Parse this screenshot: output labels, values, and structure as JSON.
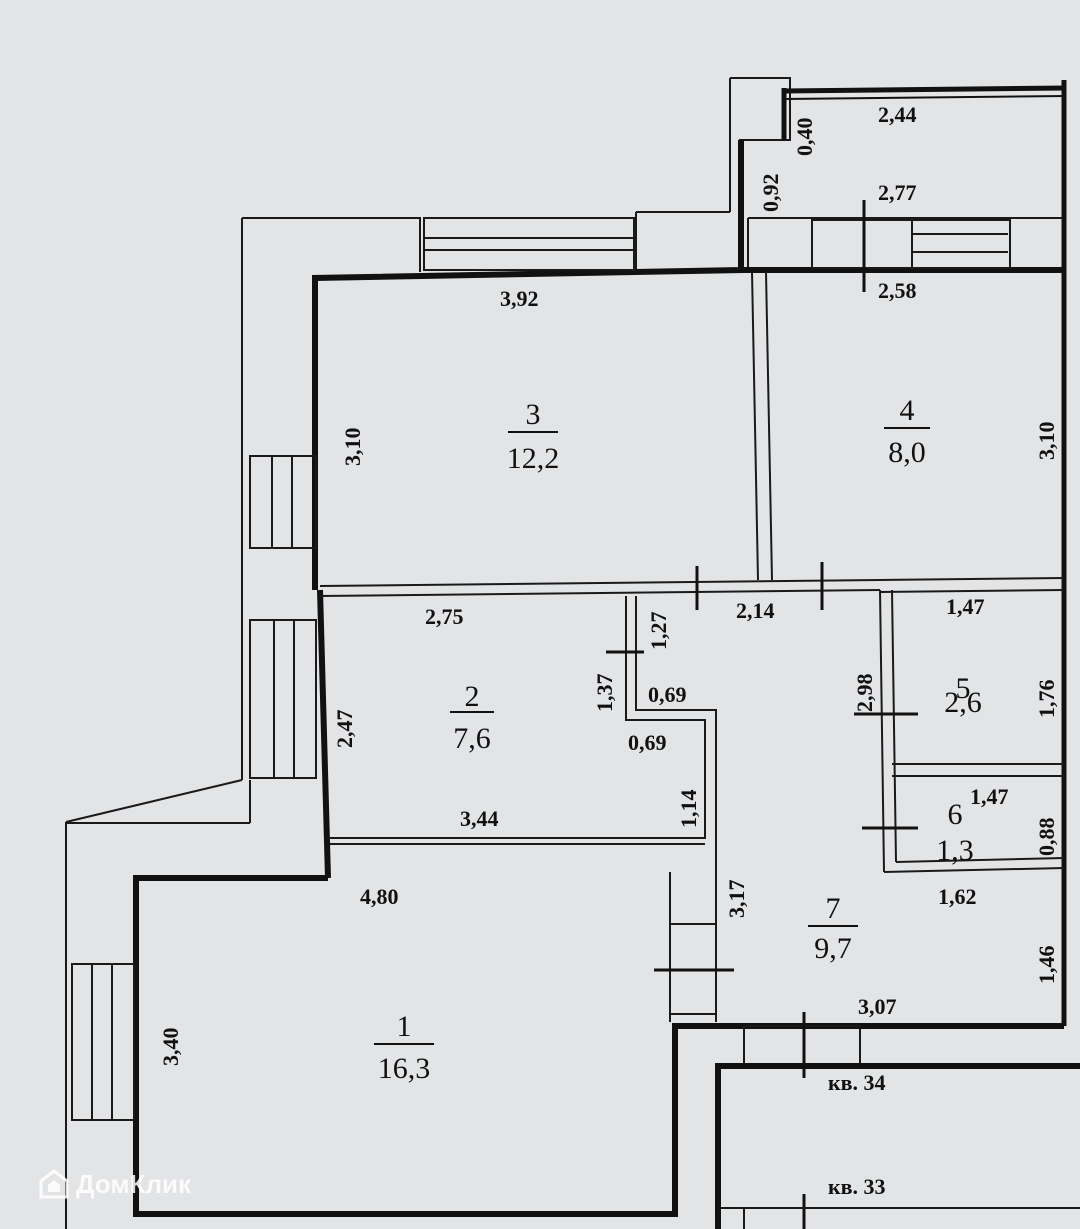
{
  "rooms": [
    {
      "number": "1",
      "area": "16,3"
    },
    {
      "number": "2",
      "area": "7,6"
    },
    {
      "number": "3",
      "area": "12,2"
    },
    {
      "number": "4",
      "area": "8,0"
    },
    {
      "number": "5",
      "area": "2,6"
    },
    {
      "number": "6",
      "area": "1,3"
    },
    {
      "number": "7",
      "area": "9,7"
    }
  ],
  "dimensions": {
    "balcony_top_width": "2,44",
    "balcony_depth_a": "0,40",
    "balcony_depth_b": "0,92",
    "balcony_mid_width": "2,77",
    "room3_width": "3,92",
    "room3_height": "3,10",
    "room4_width": "2,58",
    "room4_height": "3,10",
    "room2_width_top": "2,75",
    "room2_width_bottom": "3,44",
    "room2_height": "2,47",
    "niche_a": "1,27",
    "niche_b": "1,37",
    "niche_c": "0,69",
    "niche_d": "0,69",
    "niche_e": "1,14",
    "hall_top_width": "2,14",
    "hall_left_height": "2,98",
    "room5_width": "1,47",
    "room5_height": "1,76",
    "room6_width": "1,47",
    "room6_height": "0,88",
    "hall_mid_width": "1,62",
    "hall_right_height": "1,46",
    "hall_bottom_width": "3,07",
    "hall_corridor_height": "3,17",
    "room1_width": "4,80",
    "room1_height": "3,40"
  },
  "neighbors": {
    "upper": "кв. 34",
    "lower": "кв. 33"
  },
  "watermark": "ДомКлик"
}
